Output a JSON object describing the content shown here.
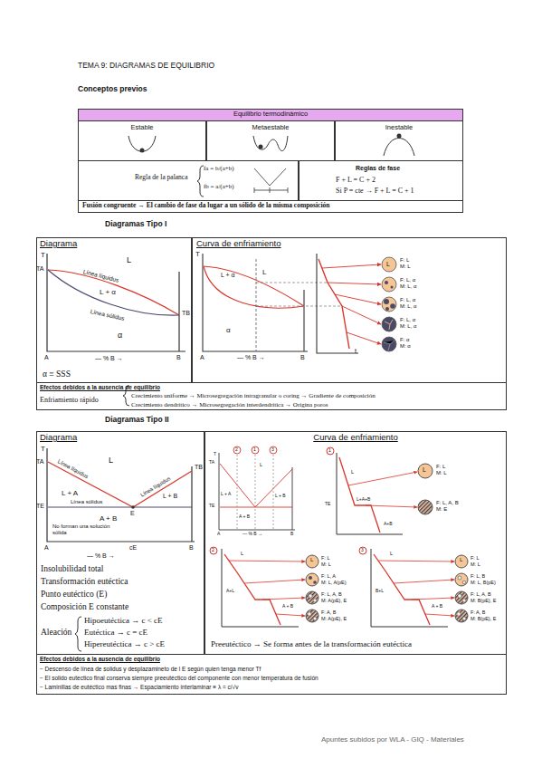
{
  "diagram": {
    "title": "TEMA 9: DIAGRAMAS DE EQUILIBRIO",
    "nodes": [
      {
        "text": [
          "Equilibrio termodinámico"
        ]
      },
      {
        "text": [
          "Estable"
        ]
      },
      {
        "text": [
          "Metaestable"
        ]
      },
      {
        "text": [
          "Inestable"
        ]
      },
      {
        "text": [
          "Regla de la palanca",
          "fa = b/(a+b)",
          "fb = a/(a+b)"
        ]
      },
      {
        "text": [
          "Reglas de fase",
          "F + L = C + 2",
          "Si P = cte → F + L = C + 1"
        ]
      },
      {
        "text": [
          "Fusión congruente → El cambio de fase da lugar a un sólido de la misma composición"
        ]
      },
      {
        "text": [
          "Diagrama",
          "α ≡ SSS"
        ]
      },
      {
        "text": [
          "Curva de enfriamiento"
        ]
      },
      {
        "text": [
          "Efectos debidos a la ausencia de equilibrio",
          "Enfriamiento rápido",
          "Crecimiento uniforme → Microsegregación intragranular o coring → Gradiente de composición",
          "Crecimiento dendrítico → Microsegregación interdendrítica → Origina poros"
        ]
      },
      {
        "text": [
          "Diagrama",
          "Insolubilidad total",
          "Transformación eutéctica",
          "Punto eutéctico (E)",
          "Composición E constante",
          "Aleación",
          "Hipoeutéctica → c < cE",
          "Eutéctica → c = cE",
          "Hipereutéctica → c > cE"
        ]
      },
      {
        "text": [
          "Curva de enfriamiento",
          "Preeutéctico → Se forma antes de la transformación eutéctica"
        ]
      },
      {
        "text": [
          "Efectos debidos a la ausencia de equilibrio",
          "− Descenso de línea de solidus y desplazamineto de l E según quien tenga menor Tf",
          "− El solido eutectico final conserva siempre preeutéctico del componente con menor temperatura de fusión",
          "− Laminillas de eutéctico mas finas → Espaciamiento interlaminar ≡ λ = c/√v"
        ]
      }
    ],
    "labels": [
      "Conceptos previos",
      "Diagramas Tipo I",
      "Diagramas Tipo II",
      "T",
      "TA",
      "L",
      "Línea líquidus",
      "L + α",
      "Línea sólidus",
      "α",
      "TB",
      "A",
      "B",
      "— % B →",
      "T",
      "L",
      "L + α",
      "α",
      "A",
      "— % B →",
      "B",
      "t",
      "F: L",
      "M: L",
      "F: L, α",
      "M: L, α",
      "F: L, α",
      "M: L, α",
      "F: L, α",
      "M: L, α",
      "F: α",
      "M: α",
      "L",
      "T",
      "TA",
      "L",
      "Línea líquidus",
      "Línea líquidus",
      "TB",
      "L + A",
      "L + B",
      "TE",
      "Línea sólidus",
      "E",
      "A + B",
      "No forman una solución sólida",
      "A",
      "cE",
      "B",
      "— % B →",
      "2",
      "1",
      "3",
      "T",
      "TA",
      "TE",
      "L",
      "L + A",
      "L + B",
      "A + B",
      "A",
      "— % B →",
      "B",
      "1",
      "TE",
      "L",
      "L+A+B",
      "A+B",
      "F: L",
      "M: L",
      "F: L, A, B",
      "M: E",
      "L",
      "2",
      "L",
      "A+L",
      "A + B",
      "F: L",
      "M: L",
      "F: L, A",
      "M: L, A(pE)",
      "F: L, A, B",
      "M: A(pE), E",
      "F: A, B",
      "M: A(pE), E",
      "L",
      "3",
      "L",
      "B+L",
      "A + B",
      "F: L",
      "M: L",
      "F: L, B",
      "M: L, B(pE)",
      "F: L, A, B",
      "M: B(pE), E",
      "F: A, B",
      "M: B(pE), E",
      "L",
      "Apuntes subidos por WLA - GIQ - Materiales"
    ]
  }
}
